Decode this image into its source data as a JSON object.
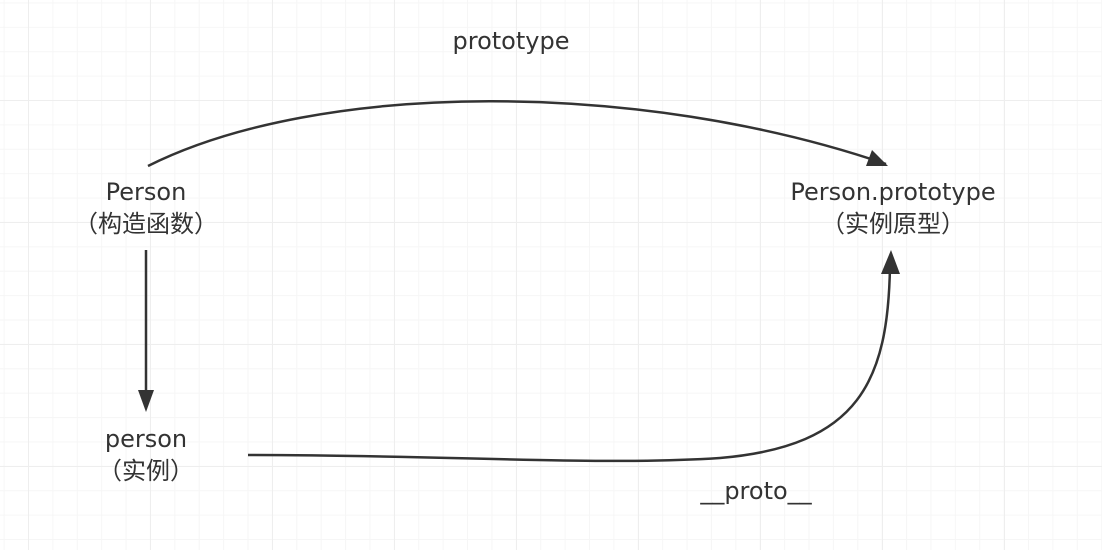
{
  "nodes": {
    "constructor": {
      "name": "Person",
      "note": "（构造函数）"
    },
    "prototype": {
      "name": "Person.prototype",
      "note": "（实例原型）"
    },
    "instance": {
      "name": "person",
      "note": "（实例）"
    }
  },
  "edges": {
    "constructor_to_prototype": {
      "label": "prototype"
    },
    "constructor_to_instance": {
      "label": ""
    },
    "instance_to_prototype": {
      "label": "__proto__"
    }
  },
  "colors": {
    "stroke": "#333333",
    "text": "#333333",
    "grid": "#eeeeee"
  }
}
